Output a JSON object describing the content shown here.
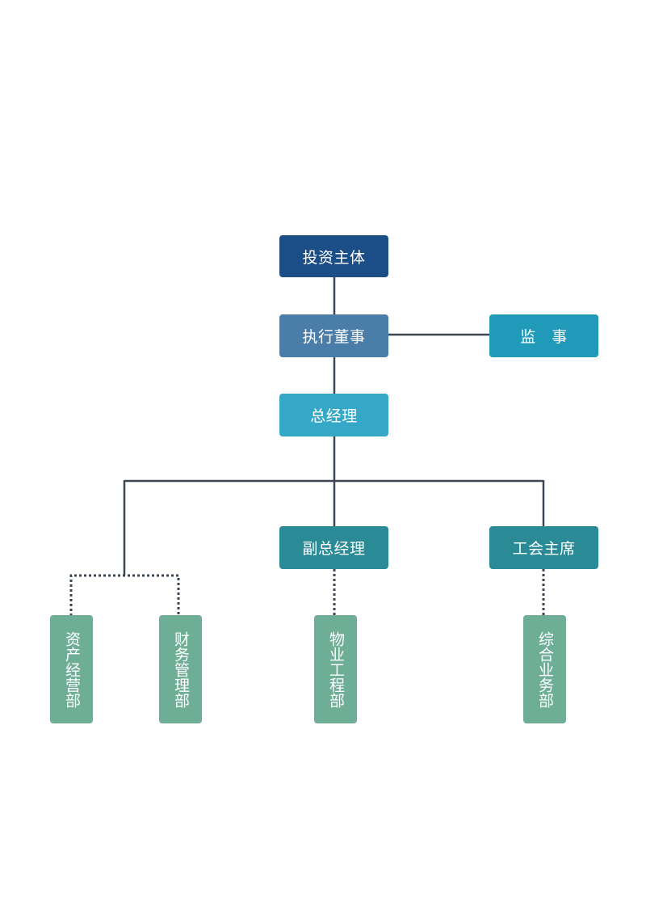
{
  "colors": {
    "level1": "#1b4e86",
    "level2": "#4a7ea8",
    "supervisor": "#219ab9",
    "level3": "#35a8c7",
    "level4": "#2a8b96",
    "department": "#6fae96",
    "connector": "#3d4752"
  },
  "nodes": {
    "investor": "投资主体",
    "executive_director": "执行董事",
    "supervisor": "监　事",
    "general_manager": "总经理",
    "deputy_general_manager": "副总经理",
    "union_chairman": "工会主席",
    "asset_department": "资产经营部",
    "finance_department": "财务管理部",
    "property_department": "物业工程部",
    "general_affairs_department": "综合业务部"
  }
}
